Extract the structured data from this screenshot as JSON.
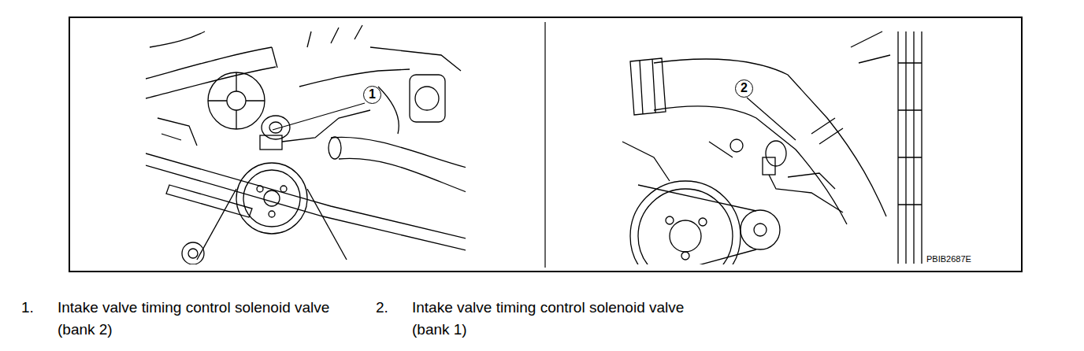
{
  "diagram": {
    "labels": [
      "1",
      "2",
      "PBIB2687E",
      "1.",
      "Intake valve timing control solenoid valve (bank 2)",
      "2.",
      "Intake valve timing control solenoid valve (bank 1)"
    ]
  }
}
